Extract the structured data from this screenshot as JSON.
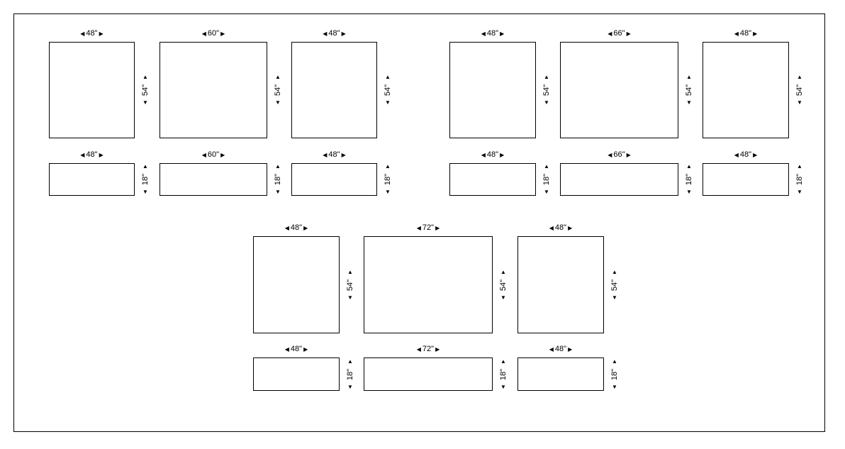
{
  "groups": [
    {
      "name": "group-1",
      "columns": [
        {
          "width_label": "48\"",
          "tall_height_label": "54\"",
          "short_height_label": "18\""
        },
        {
          "width_label": "60\"",
          "tall_height_label": "54\"",
          "short_height_label": "18\""
        },
        {
          "width_label": "48\"",
          "tall_height_label": "54\"",
          "short_height_label": "18\""
        }
      ]
    },
    {
      "name": "group-2",
      "columns": [
        {
          "width_label": "48\"",
          "tall_height_label": "54\"",
          "short_height_label": "18\""
        },
        {
          "width_label": "66\"",
          "tall_height_label": "54\"",
          "short_height_label": "18\""
        },
        {
          "width_label": "48\"",
          "tall_height_label": "54\"",
          "short_height_label": "18\""
        }
      ]
    },
    {
      "name": "group-3",
      "columns": [
        {
          "width_label": "48\"",
          "tall_height_label": "54\"",
          "short_height_label": "18\""
        },
        {
          "width_label": "72\"",
          "tall_height_label": "54\"",
          "short_height_label": "18\""
        },
        {
          "width_label": "48\"",
          "tall_height_label": "54\"",
          "short_height_label": "18\""
        }
      ]
    }
  ],
  "glyphs": {
    "left": "◀",
    "right": "▶",
    "up": "▲",
    "down": "▼"
  }
}
